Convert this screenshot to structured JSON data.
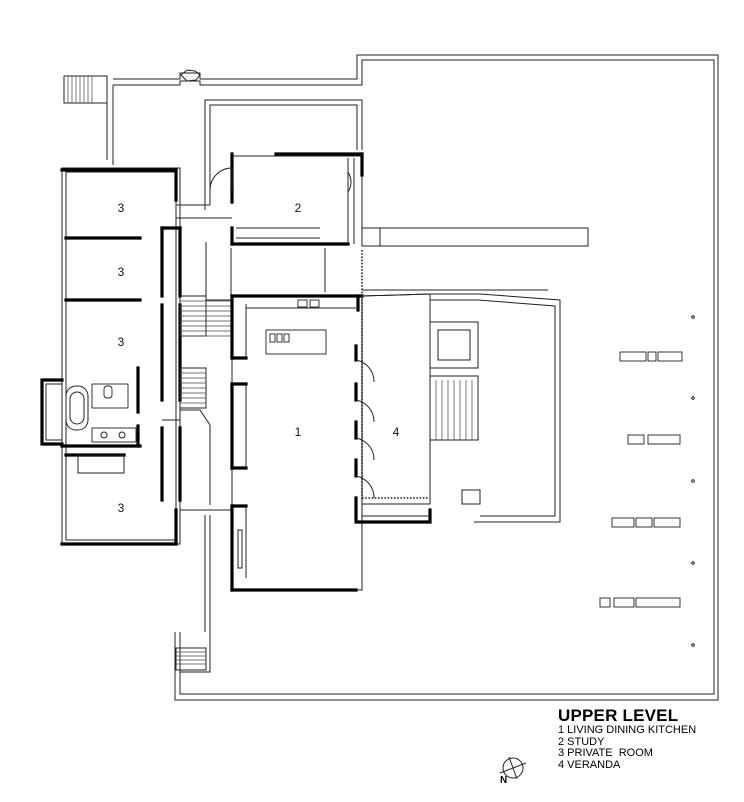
{
  "plan": {
    "title": "UPPER LEVEL",
    "legend": [
      "1 LIVING DINING KITCHEN",
      "2 STUDY",
      "3 PRIVATE  ROOM",
      "4 VERANDA"
    ],
    "rooms": {
      "living": "1",
      "study": "2",
      "private_1": "3",
      "private_2": "3",
      "private_3": "3",
      "private_4": "3",
      "veranda": "4"
    },
    "north_label": "N"
  }
}
